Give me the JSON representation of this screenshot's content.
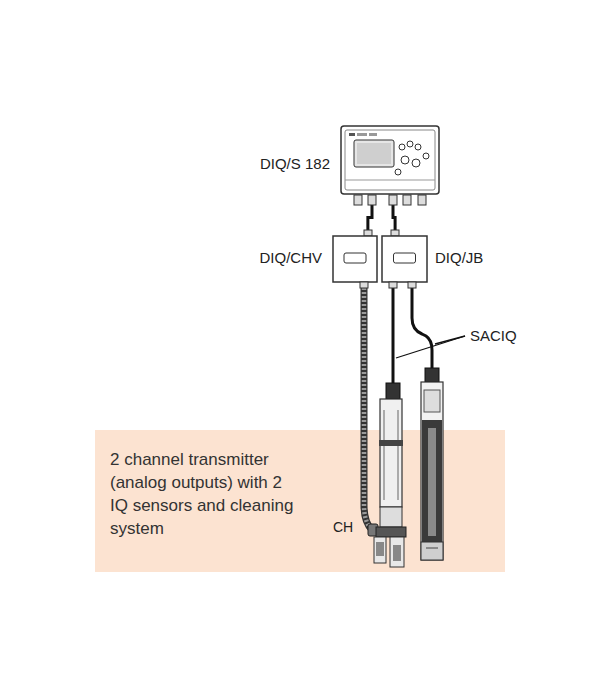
{
  "diagram": {
    "nodes": [
      {
        "text": [
          "DIQ/S 182"
        ]
      },
      {
        "text": [
          "DIQ/CHV"
        ]
      },
      {
        "text": [
          "DIQ/JB"
        ]
      },
      {
        "text": [
          "2 channel transmitter (analog outputs) with 2 IQ sensors and cleaning system"
        ]
      }
    ],
    "edges": [
      {
        "from": 0,
        "to": 1,
        "arrow": "none"
      },
      {
        "from": 0,
        "to": 2,
        "arrow": "none"
      }
    ],
    "labels": [
      "SACIQ",
      "CH"
    ]
  }
}
